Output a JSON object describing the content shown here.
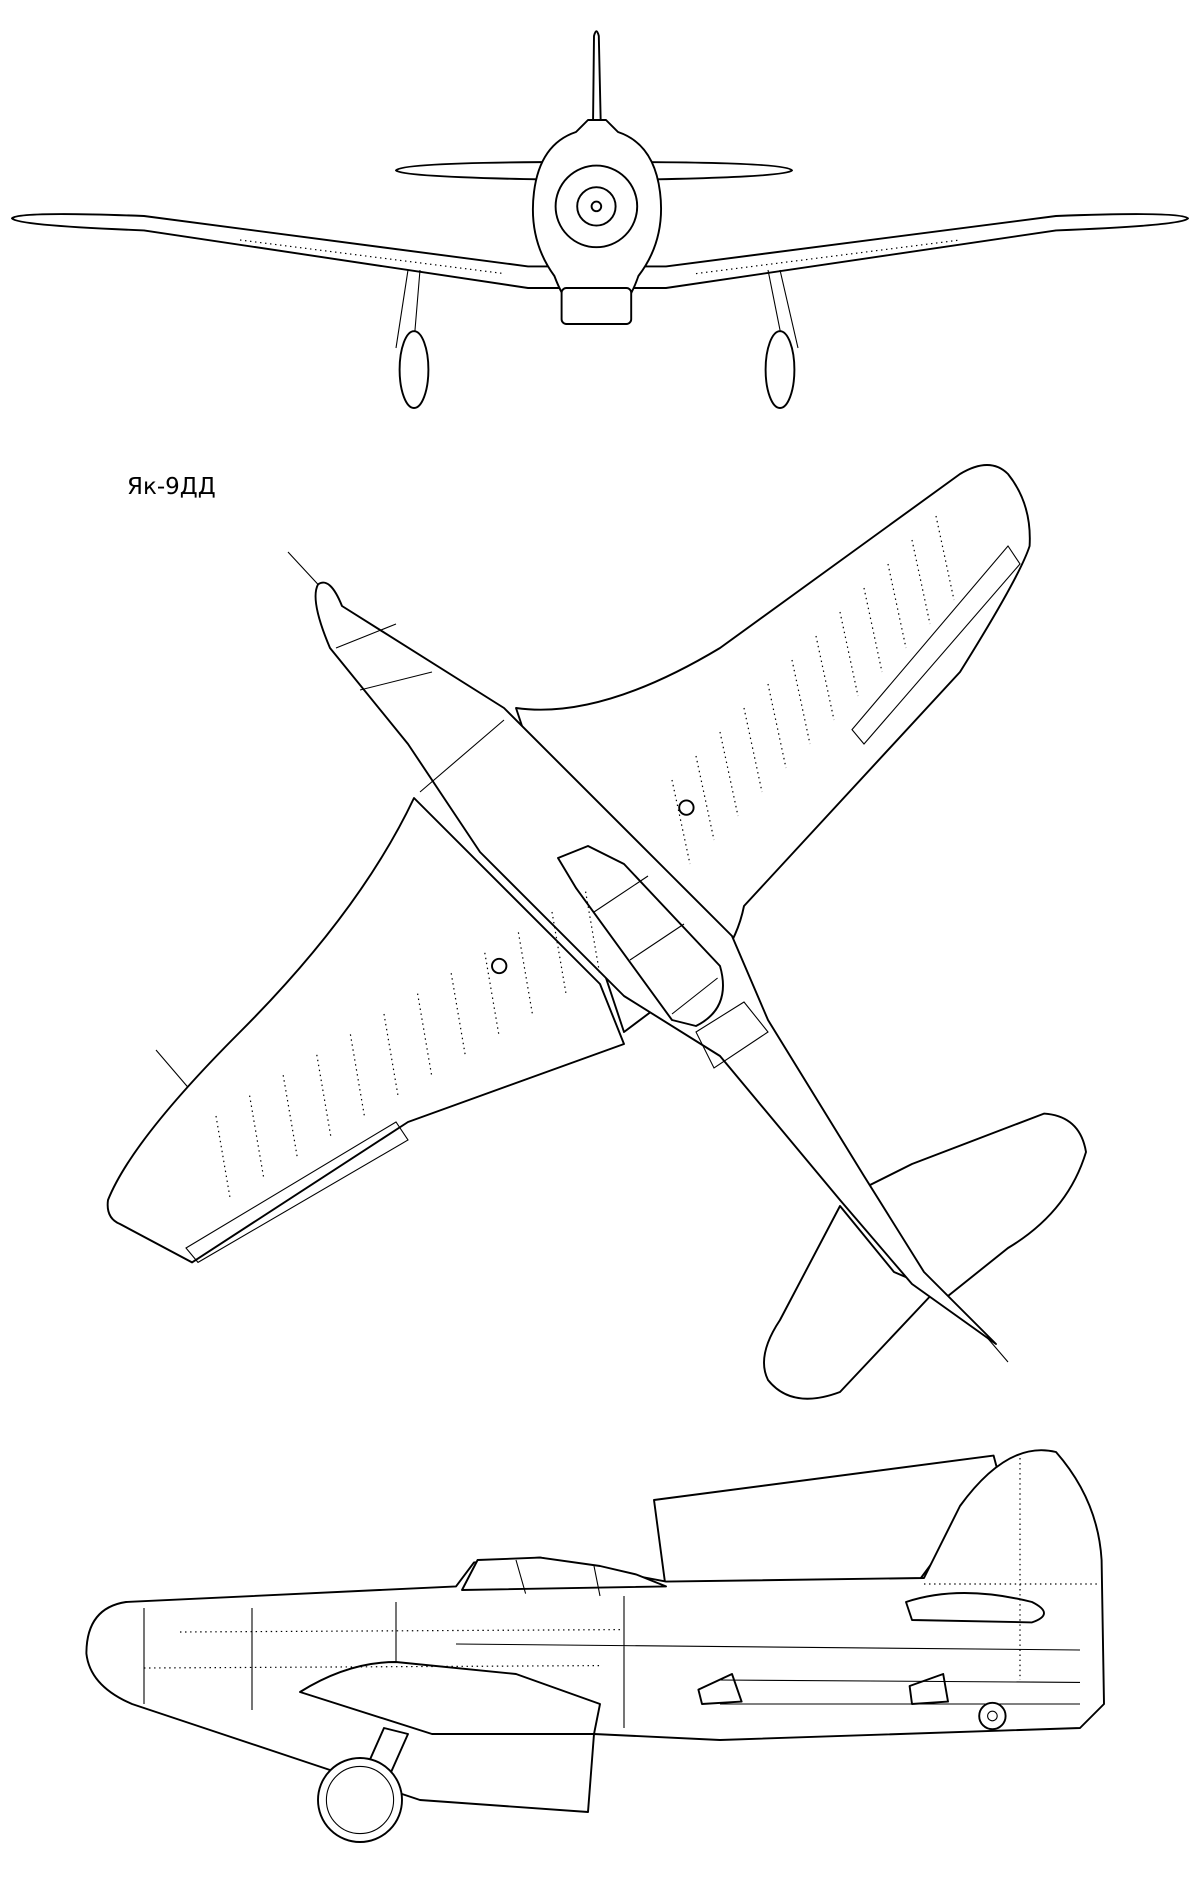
{
  "drawing": {
    "title": "Як-9ДД",
    "views": [
      "front",
      "top",
      "side"
    ],
    "line_color": "#000000",
    "background_color": "#ffffff"
  }
}
